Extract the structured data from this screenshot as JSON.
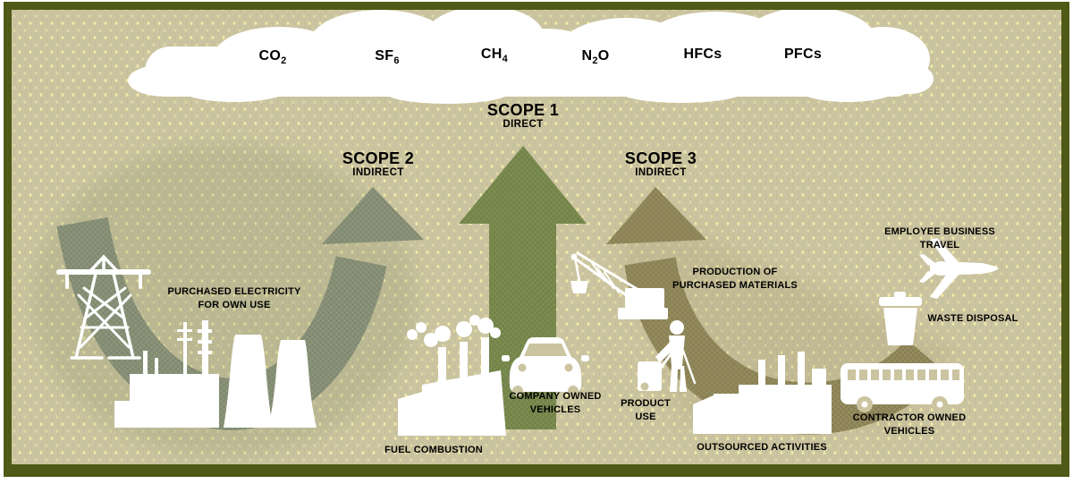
{
  "title": "Greenhouse gas emission scopes diagram",
  "cloud": {
    "gases": [
      {
        "base": "CO",
        "sub": "2",
        "tail": ""
      },
      {
        "base": "SF",
        "sub": "6",
        "tail": ""
      },
      {
        "base": "CH",
        "sub": "4",
        "tail": ""
      },
      {
        "base": "N",
        "sub": "2",
        "tail": "O"
      },
      {
        "base": "HFCs",
        "sub": "",
        "tail": ""
      },
      {
        "base": "PFCs",
        "sub": "",
        "tail": ""
      }
    ]
  },
  "scopes": {
    "s1": {
      "title": "SCOPE 1",
      "subtitle": "DIRECT"
    },
    "s2": {
      "title": "SCOPE 2",
      "subtitle": "INDIRECT"
    },
    "s3": {
      "title": "SCOPE 3",
      "subtitle": "INDIRECT"
    }
  },
  "sources": {
    "purchased_electricity": "PURCHASED ELECTRICITY\nFOR OWN USE",
    "fuel_combustion": "FUEL COMBUSTION",
    "company_vehicles": "COMPANY OWNED\nVEHICLES",
    "product_use": "PRODUCT\nUSE",
    "production_materials": "PRODUCTION OF\nPURCHASED MATERIALS",
    "outsourced": "OUTSOURCED ACTIVITIES",
    "contractor_vehicles": "CONTRACTOR OWNED\nVEHICLES",
    "waste_disposal": "WASTE DISPOSAL",
    "business_travel": "EMPLOYEE BUSINESS TRAVEL"
  },
  "icons": [
    "emissions-cloud",
    "transmission-tower",
    "power-plant",
    "factory-chimneys",
    "car",
    "crane",
    "person-product-use",
    "factory-outsourced",
    "bus",
    "trash-can",
    "airplane"
  ],
  "colors": {
    "background": "#cbc4a0",
    "border": "#4f5a17",
    "cloud": "#ffffff",
    "icon": "#ffffff",
    "scope1_arrow": "#7b8c50",
    "scope2_arrow": "#8b947b",
    "scope3_arrow": "#948a5d",
    "text": "#000000"
  }
}
